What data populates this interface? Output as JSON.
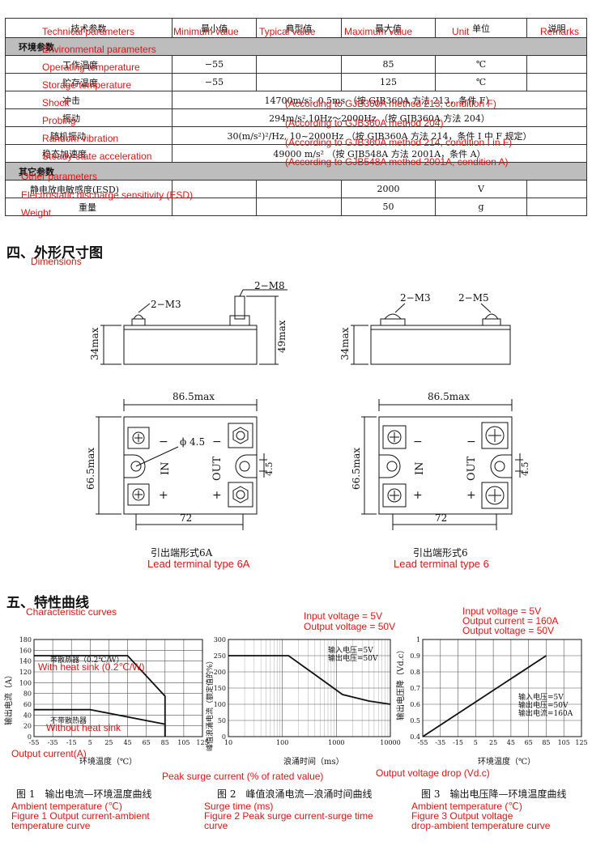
{
  "table": {
    "headers": [
      "技术参数",
      "最小值",
      "典型值",
      "最大值",
      "单位",
      "说明"
    ],
    "headers_en": [
      "Technical parameters",
      "Minimum value",
      "Typical value",
      "Maximum value",
      "Unit",
      "Remarks"
    ],
    "env_group": "环境参数",
    "env_group_en": "Environmental parameters",
    "rows": [
      {
        "name": "工作温度",
        "name_en": "Operating temperature",
        "min": "−55",
        "typ": "",
        "max": "85",
        "unit": "℃"
      },
      {
        "name": "贮存温度",
        "name_en": "Storage temperature",
        "min": "−55",
        "typ": "",
        "max": "125",
        "unit": "℃"
      }
    ],
    "span_rows": [
      {
        "name": "冲击",
        "name_en": "Shock",
        "value": "14700m/s², 0.5ms （按 GJB360A 方法 213，条件 F）",
        "note_en": "(According to GJB360A method 213, condition F)"
      },
      {
        "name": "振动",
        "name_en": "Probing",
        "value": "294m/s²,10Hz～2000Hz （按 GJB360A 方法 204）",
        "note_en": "(According to GJB360A method 204)"
      },
      {
        "name": "随机振动",
        "name_en": "Random vibration",
        "value": "30(m/s²)²/Hz, 10~2000Hz （按 GJB360A 方法 214，条件 I 中 F 规定）",
        "note_en": "(According to GJB360A method 214, condition I in F)"
      },
      {
        "name": "稳态加速度",
        "name_en": "Steady-state acceleration",
        "value": "49000 m/s² （按 GJB548A 方法 2001A，条件 A）",
        "note_en": "(According to GJB548A method 2001A, condition A)"
      }
    ],
    "other_group": "其它参数",
    "other_group_en": "Other parameters",
    "other_rows": [
      {
        "name": "静电放电敏感度(ESD)",
        "name_en": "Electrostatic discharge sensitivity (ESD)",
        "max": "2000",
        "unit": "V"
      },
      {
        "name": "重量",
        "name_en": "Weight",
        "max": "50",
        "unit": "g"
      }
    ]
  },
  "dimensions": {
    "title": "四、外形尺寸图",
    "title_en": "Dimensions",
    "left": {
      "height_label": "34max",
      "height2_label": "49max",
      "screw1": "2−M3",
      "screw2": "2−M8",
      "width_label": "86.5max",
      "depth_label": "66.5max",
      "hole_label": "ϕ 4.5",
      "slot_label": "4.5",
      "pitch_label": "72",
      "in_label": "IN",
      "out_label": "OUT",
      "minus": "−",
      "plus": "+",
      "caption": "引出端形式6A",
      "caption_en": "Lead terminal type 6A"
    },
    "right": {
      "height_label": "34max",
      "screw1": "2−M3",
      "screw2": "2−M5",
      "width_label": "86.5max",
      "depth_label": "66.5max",
      "slot_label": "4.5",
      "pitch_label": "72",
      "in_label": "IN",
      "out_label": "OUT",
      "minus": "−",
      "plus": "+",
      "caption": "引出端形式6",
      "caption_en": "Lead terminal type 6"
    }
  },
  "curves": {
    "title": "五、特性曲线",
    "title_en": "Characteristic curves",
    "fig2_cond_en": [
      "Input voltage = 5V",
      "Output voltage = 50V"
    ],
    "fig3_cond_en": [
      "Input voltage = 5V",
      "Output current = 160A",
      "Output voltage = 50V"
    ],
    "fig1": {
      "caption": "图 1　输出电流—环境温度曲线",
      "caption_en": [
        "Ambient temperature (℃)",
        "Figure 1 Output current-ambient",
        "temperature curve"
      ],
      "ylabel": "输出电流（A）",
      "ylabel_en": "Output current(A)",
      "xlabel": "环境温度（℃）",
      "label_sink": "带散热器（0.2℃/W）",
      "label_sink_en": "With heat sink (0.2℃/W)",
      "label_nosink": "不带散热器",
      "label_nosink_en": "Without heat sink"
    },
    "fig2": {
      "caption": "图 2　峰值浪涌电流—浪涌时间曲线",
      "caption_en": [
        "Surge time (ms)",
        "Figure 2 Peak surge current-surge time",
        "curve"
      ],
      "ylabel": "峰值浪涌电流（额定值的%）",
      "ylabel_en": "Peak surge current (% of rated value)",
      "xlabel": "浪涌时间（ms）",
      "legend": [
        "输入电压=5V",
        "输出电压=50V"
      ]
    },
    "fig3": {
      "caption": "图 3　输出电压降—环境温度曲线",
      "caption_en": [
        "Ambient temperature (℃)",
        "Figure 3 Output voltage",
        "drop-ambient temperature curve"
      ],
      "ylabel": "输出电压降（Vd.c）",
      "ylabel_en": "Output voltage drop (Vd.c)",
      "xlabel": "环境温度（℃）",
      "legend": [
        "输入电压=5V",
        "输出电压=50V",
        "输出电流=160A"
      ]
    }
  },
  "chart_data": [
    {
      "type": "line",
      "title": "图 1　输出电流—环境温度曲线",
      "xlabel": "环境温度（℃）",
      "ylabel": "输出电流（A）",
      "x_ticks": [
        -55,
        -35,
        -15,
        5,
        25,
        45,
        65,
        85,
        105,
        125
      ],
      "y_ticks": [
        0,
        20,
        40,
        60,
        80,
        100,
        120,
        140,
        160,
        180
      ],
      "xlim": [
        -55,
        125
      ],
      "ylim": [
        0,
        180
      ],
      "grid": true,
      "series": [
        {
          "name": "带散热器（0.2℃/W）",
          "x": [
            -55,
            45,
            85,
            85
          ],
          "y": [
            150,
            150,
            75,
            0
          ]
        },
        {
          "name": "不带散热器",
          "x": [
            -55,
            5,
            85,
            85
          ],
          "y": [
            50,
            50,
            23,
            0
          ]
        }
      ]
    },
    {
      "type": "line",
      "title": "图 2　峰值浪涌电流—浪涌时间曲线",
      "xlabel": "浪涌时间（ms）",
      "ylabel": "峰值浪涌电流（额定值的%）",
      "x_scale": "log",
      "x_ticks": [
        10,
        100,
        1000,
        10000
      ],
      "y_ticks": [
        0,
        50,
        100,
        150,
        200,
        250,
        300
      ],
      "xlim": [
        10,
        10000
      ],
      "ylim": [
        0,
        300
      ],
      "grid": true,
      "series": [
        {
          "x": [
            10,
            130,
            500,
            1300,
            4000,
            10000
          ],
          "y": [
            250,
            250,
            180,
            130,
            110,
            100
          ]
        }
      ]
    },
    {
      "type": "line",
      "title": "图 3　输出电压降—环境温度曲线",
      "xlabel": "环境温度（℃）",
      "ylabel": "输出电压降（Vd.c）",
      "x_ticks": [
        -55,
        -35,
        -15,
        5,
        25,
        45,
        65,
        85,
        105,
        125
      ],
      "y_ticks": [
        0.4,
        0.5,
        0.6,
        0.7,
        0.8,
        0.9,
        1.0
      ],
      "xlim": [
        -55,
        125
      ],
      "ylim": [
        0.4,
        1.0
      ],
      "grid": true,
      "series": [
        {
          "x": [
            -55,
            85
          ],
          "y": [
            0.4,
            0.9
          ]
        }
      ]
    }
  ]
}
